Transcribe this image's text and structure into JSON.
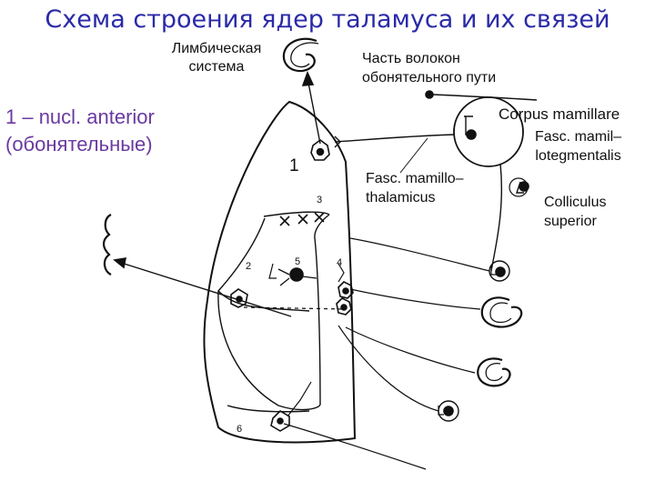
{
  "title": "Схема строения ядер таламуса и их связей",
  "labels": {
    "limbic_line1": "Лимбическая",
    "limbic_line2": "система",
    "olfactory_line1": "Часть волокон",
    "olfactory_line2": "обонятельного пути",
    "nucleus_line1": "1 – nucl. anterior",
    "nucleus_line2": "(обонятельные)",
    "corpus_mamillare": "Corpus mamillare",
    "fasc_mamilo_line1": "Fasc. mamil–",
    "fasc_mamilo_line2": "lotegmentalis",
    "fasc_thal_line1": "Fasc. mamillo–",
    "fasc_thal_line2": "thalamicus",
    "colliculus_line1": "Colliculus",
    "colliculus_line2": "superior",
    "num_1": "1",
    "num_2": "2",
    "num_3": "3",
    "num_4": "4",
    "num_5": "5",
    "num_6": "6"
  },
  "colors": {
    "title": "#2a2aa8",
    "nucleus_label": "#6a3aa0",
    "stroke": "#111111"
  }
}
